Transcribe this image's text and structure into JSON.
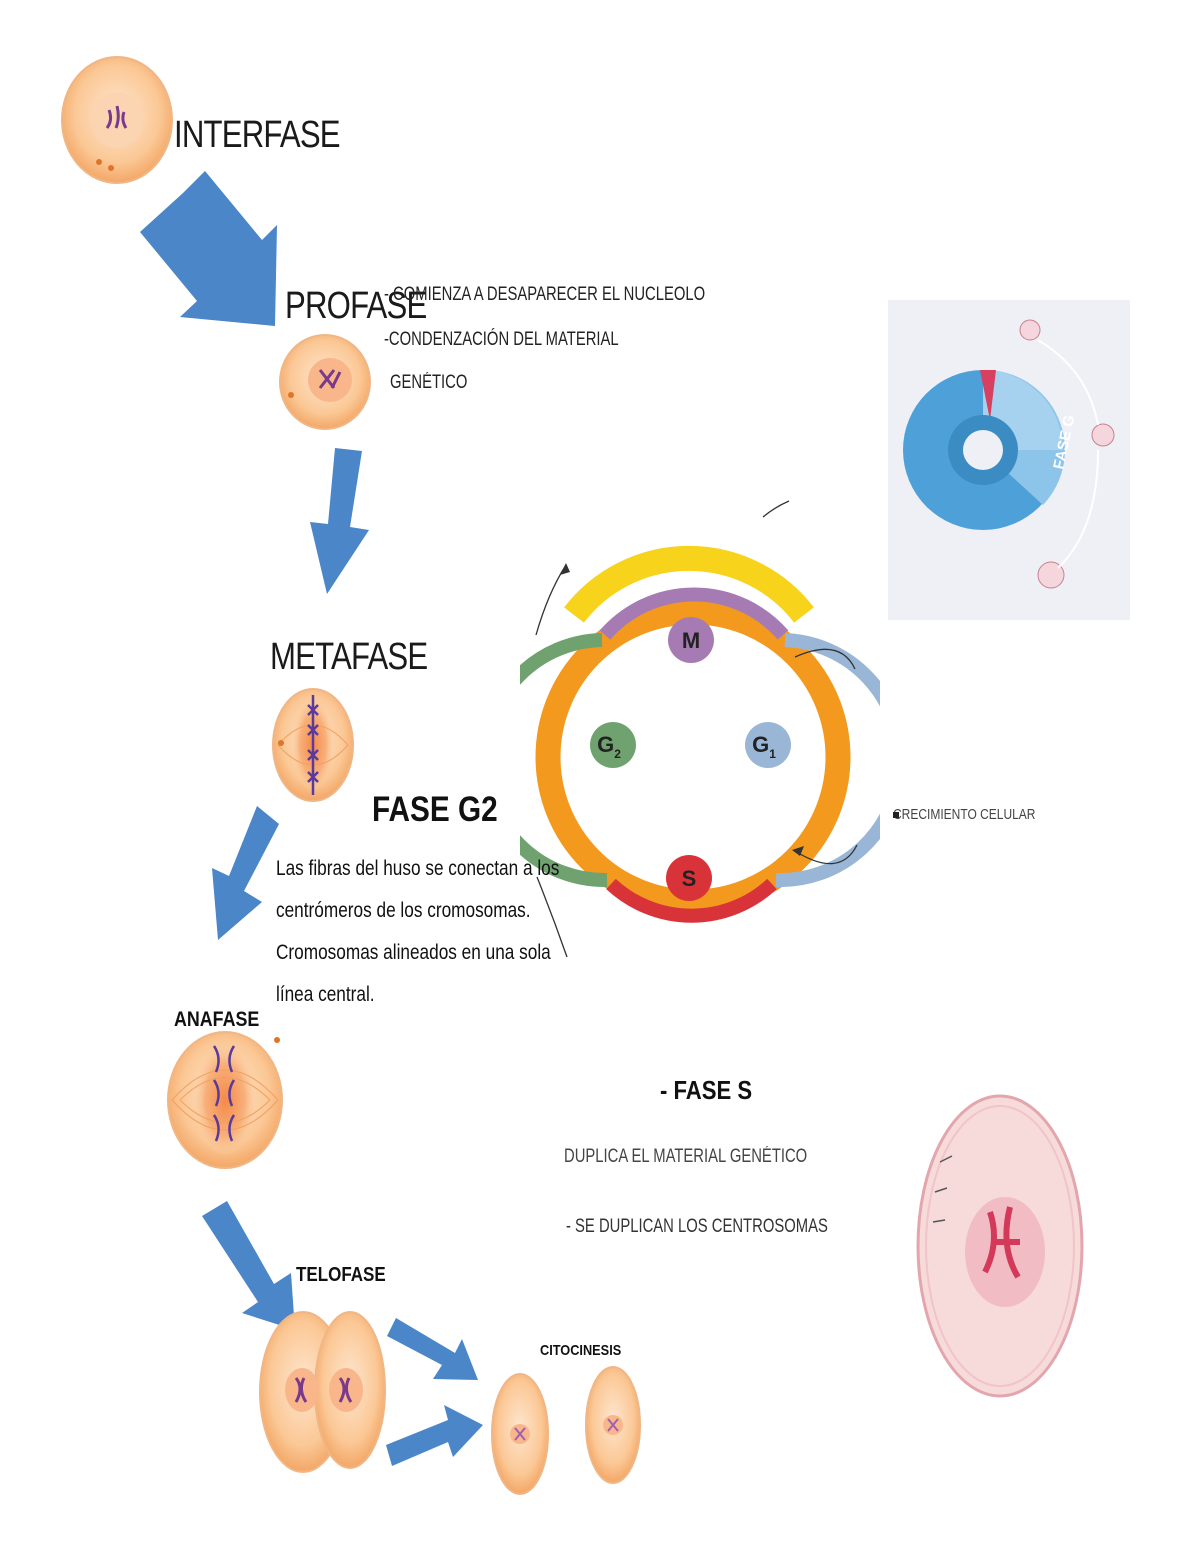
{
  "phases": {
    "interfase": "INTERFASE",
    "profase": "PROFASE",
    "metafase": "METAFASE",
    "anafase": "ANAFASE",
    "telofase": "TELOFASE",
    "citocinesis": "CITOCINESIS"
  },
  "profase_notes": {
    "line1": "- COMIENZA A DESAPARECER EL NUCLEOLO",
    "line2": "-CONDENZACIÓN DEL MATERIAL",
    "line3": "GENÉTICO"
  },
  "fase_g2": {
    "title": "FASE G2",
    "lines": [
      "Las fibras del huso se conectan a los",
      "centrómeros de los cromosomas.",
      "Cromosomas alineados en una sola",
      "línea central."
    ]
  },
  "cycle": {
    "m": "M",
    "g1": "G",
    "g1_sub": "1",
    "g2": "G",
    "g2_sub": "2",
    "s": "S",
    "colors": {
      "outer_ring": "#f39a1e",
      "yellow_arc": "#f7d31c",
      "m": "#a67bb3",
      "g1": "#9ab6d6",
      "g2": "#6fa26f",
      "s": "#d9333a"
    }
  },
  "g1_note": "CRECIMIENTO CELULAR",
  "fase_s": {
    "title": "- FASE S",
    "line1": "DUPLICA EL MATERIAL GENÉTICO",
    "line2": "- SE DUPLICAN LOS CENTROSOMAS"
  },
  "inset": {
    "ring_label": "FASE G"
  },
  "colors": {
    "arrow": "#4a86c8",
    "cell_fill": "#fcd3a8",
    "cell_edge": "#f6b17a",
    "chromosome": "#7a3a8c"
  }
}
